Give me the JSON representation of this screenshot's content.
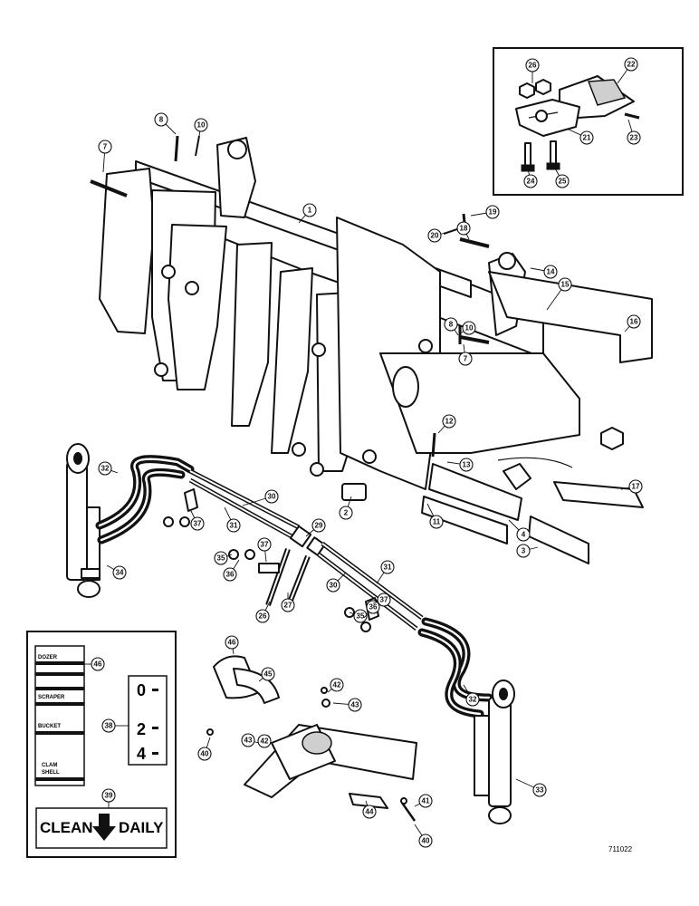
{
  "drawing_number": "711022",
  "inset_callouts": [
    "26",
    "22",
    "21",
    "23",
    "24",
    "25"
  ],
  "callouts": [
    "1",
    "2",
    "3",
    "4",
    "7",
    "7",
    "8",
    "8",
    "10",
    "10",
    "11",
    "12",
    "13",
    "14",
    "15",
    "16",
    "17",
    "18",
    "19",
    "20",
    "26",
    "27",
    "29",
    "30",
    "30",
    "31",
    "31",
    "32",
    "32",
    "33",
    "34",
    "35",
    "35",
    "36",
    "36",
    "37",
    "37",
    "37",
    "38",
    "39",
    "40",
    "40",
    "41",
    "42",
    "42",
    "43",
    "43",
    "44",
    "45",
    "46"
  ],
  "decal_panel": {
    "labels": [
      "DOZER",
      "SCRAPER",
      "BUCKET",
      "CLAM",
      "SHELL"
    ],
    "gauge": [
      "0",
      "2",
      "4"
    ],
    "clean_left": "CLEAN",
    "clean_right": "DAILY",
    "callout_46": "46",
    "callout_38": "38",
    "callout_39": "39"
  }
}
